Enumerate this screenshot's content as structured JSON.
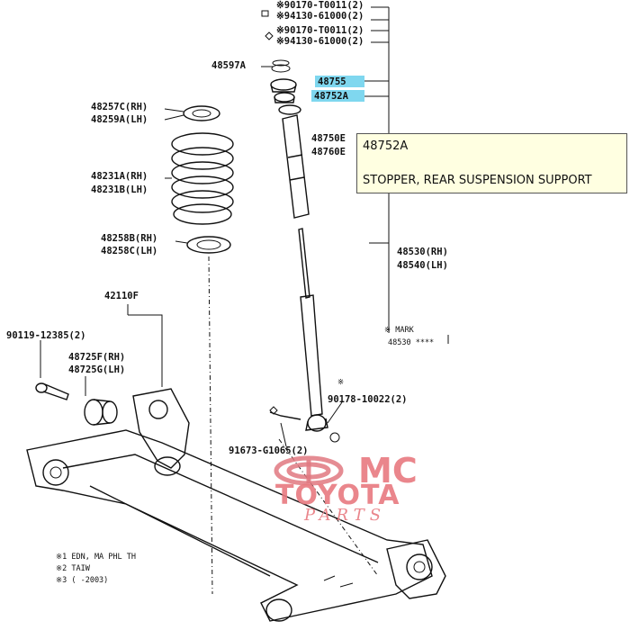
{
  "labels": {
    "top1a": "※90170-T0011(2)",
    "top1b": "※94130-61000(2)",
    "top2a": "※90170-T0011(2)",
    "top2b": "※94130-61000(2)",
    "p48597": "48597A",
    "p48755": "48755",
    "p48752": "48752A",
    "p48257": "48257C(RH)",
    "p48259": "48259A(LH)",
    "p48231a": "48231A(RH)",
    "p48231b": "48231B(LH)",
    "p48750": "48750E",
    "p48760": "48760E",
    "p48258": "48258B(RH)",
    "p48258c": "48258C(LH)",
    "p48530": "48530(RH)",
    "p48540": "48540(LH)",
    "p42110": "42110F",
    "p90119": "90119-12385(2)",
    "p48725f": "48725F(RH)",
    "p48725g": "48725G(LH)",
    "p90178": "90178-10022(2)",
    "p91673": "91673-G1065(2)",
    "mark1": "※ MARK",
    "mark2": "48530 ****",
    "note_star": "※",
    "note1": "※1 EDN, MA PHL TH",
    "note2": "※2 TAIW",
    "note3": "※3 (     -2003)"
  },
  "tooltip": {
    "code": "48752A",
    "name": "STOPPER, REAR SUSPENSION SUPPORT"
  },
  "watermark": {
    "line1": "MC",
    "line2": "TOYOTA",
    "line3": "PARTS"
  },
  "colors": {
    "highlight": "#7fd7ef",
    "watermark": "#e87a80",
    "tooltip_bg": "#ffffe1"
  }
}
